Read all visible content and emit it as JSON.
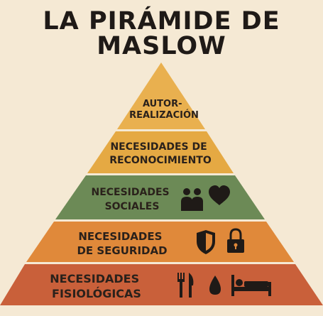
{
  "title": {
    "line1": "LA PIRÁMIDE DE",
    "line2": "MASLOW"
  },
  "levels": [
    {
      "key": "autorrealizacion",
      "lines": [
        "AUTOR-",
        "REALIZACIÓN"
      ],
      "color": "#e9b04f",
      "icons": []
    },
    {
      "key": "reconocimiento",
      "lines": [
        "NECESIDADES DE",
        "RECONOCIMIENTO"
      ],
      "color": "#e5a943",
      "icons": []
    },
    {
      "key": "sociales",
      "lines": [
        "NECESIDADES",
        "SOCIALES"
      ],
      "color": "#6c8a56",
      "icons": [
        "people-icon",
        "heart-icon"
      ]
    },
    {
      "key": "seguridad",
      "lines": [
        "NECESIDADES",
        "DE SEGURIDAD"
      ],
      "color": "#e0893a",
      "icons": [
        "shield-icon",
        "lock-icon"
      ]
    },
    {
      "key": "fisiologicas",
      "lines": [
        "NECESIDADES",
        "FISIOLÓGICAS"
      ],
      "color": "#c9603a",
      "icons": [
        "fork-knife-icon",
        "water-drop-icon",
        "bed-icon"
      ]
    }
  ]
}
